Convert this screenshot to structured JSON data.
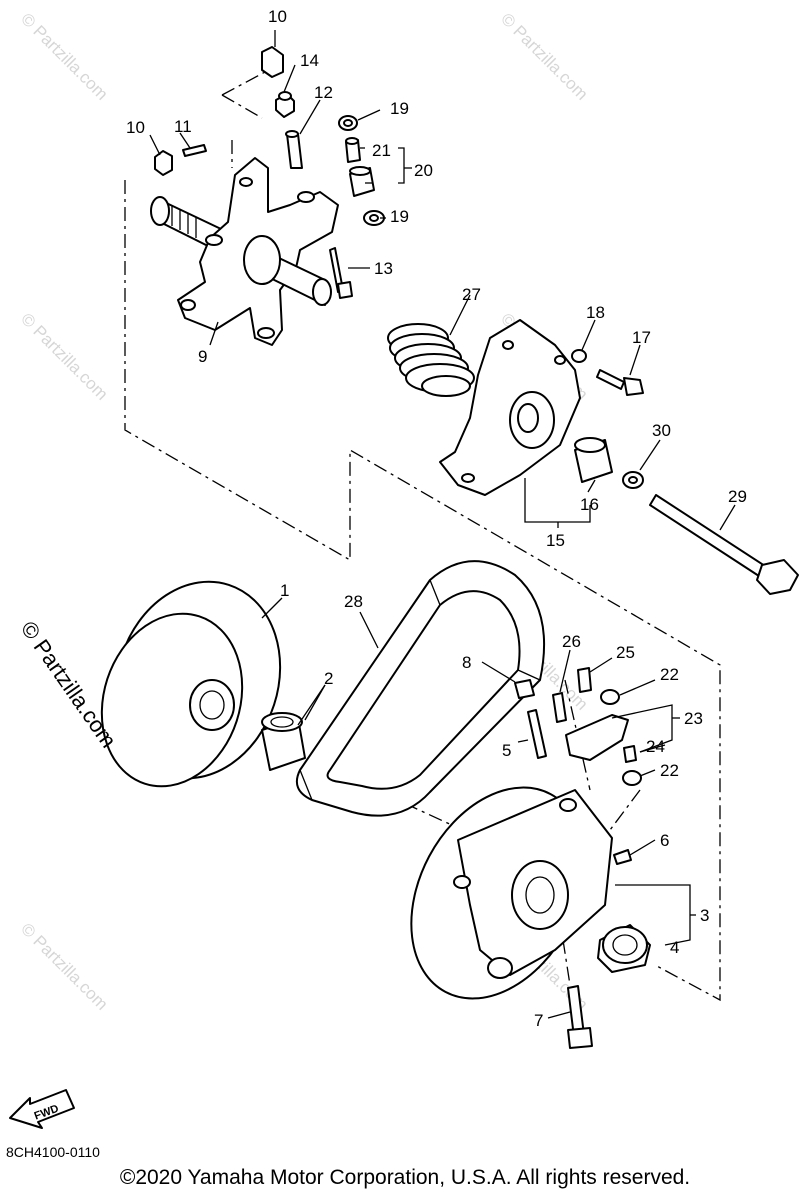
{
  "diagram": {
    "watermark": "© Partzilla.com",
    "watermark_main": "© Partzilla.com",
    "fwd_label": "FWD",
    "diagram_code": "8CH4100-0110",
    "copyright": "©2020 Yamaha Motor Corporation, U.S.A. All rights reserved."
  },
  "callouts": [
    {
      "id": "c10a",
      "label": "10"
    },
    {
      "id": "c14",
      "label": "14"
    },
    {
      "id": "c12",
      "label": "12"
    },
    {
      "id": "c19a",
      "label": "19"
    },
    {
      "id": "c10b",
      "label": "10"
    },
    {
      "id": "c11",
      "label": "11"
    },
    {
      "id": "c21",
      "label": "21"
    },
    {
      "id": "c20",
      "label": "20"
    },
    {
      "id": "c19b",
      "label": "19"
    },
    {
      "id": "c13",
      "label": "13"
    },
    {
      "id": "c9",
      "label": "9"
    },
    {
      "id": "c27",
      "label": "27"
    },
    {
      "id": "c18",
      "label": "18"
    },
    {
      "id": "c17",
      "label": "17"
    },
    {
      "id": "c30",
      "label": "30"
    },
    {
      "id": "c16",
      "label": "16"
    },
    {
      "id": "c29",
      "label": "29"
    },
    {
      "id": "c15",
      "label": "15"
    },
    {
      "id": "c1",
      "label": "1"
    },
    {
      "id": "c28",
      "label": "28"
    },
    {
      "id": "c26",
      "label": "26"
    },
    {
      "id": "c25",
      "label": "25"
    },
    {
      "id": "c8",
      "label": "8"
    },
    {
      "id": "c22a",
      "label": "22"
    },
    {
      "id": "c2",
      "label": "2"
    },
    {
      "id": "c23",
      "label": "23"
    },
    {
      "id": "c5",
      "label": "5"
    },
    {
      "id": "c24",
      "label": "24"
    },
    {
      "id": "c22b",
      "label": "22"
    },
    {
      "id": "c6",
      "label": "6"
    },
    {
      "id": "c3",
      "label": "3"
    },
    {
      "id": "c4",
      "label": "4"
    },
    {
      "id": "c7",
      "label": "7"
    }
  ]
}
